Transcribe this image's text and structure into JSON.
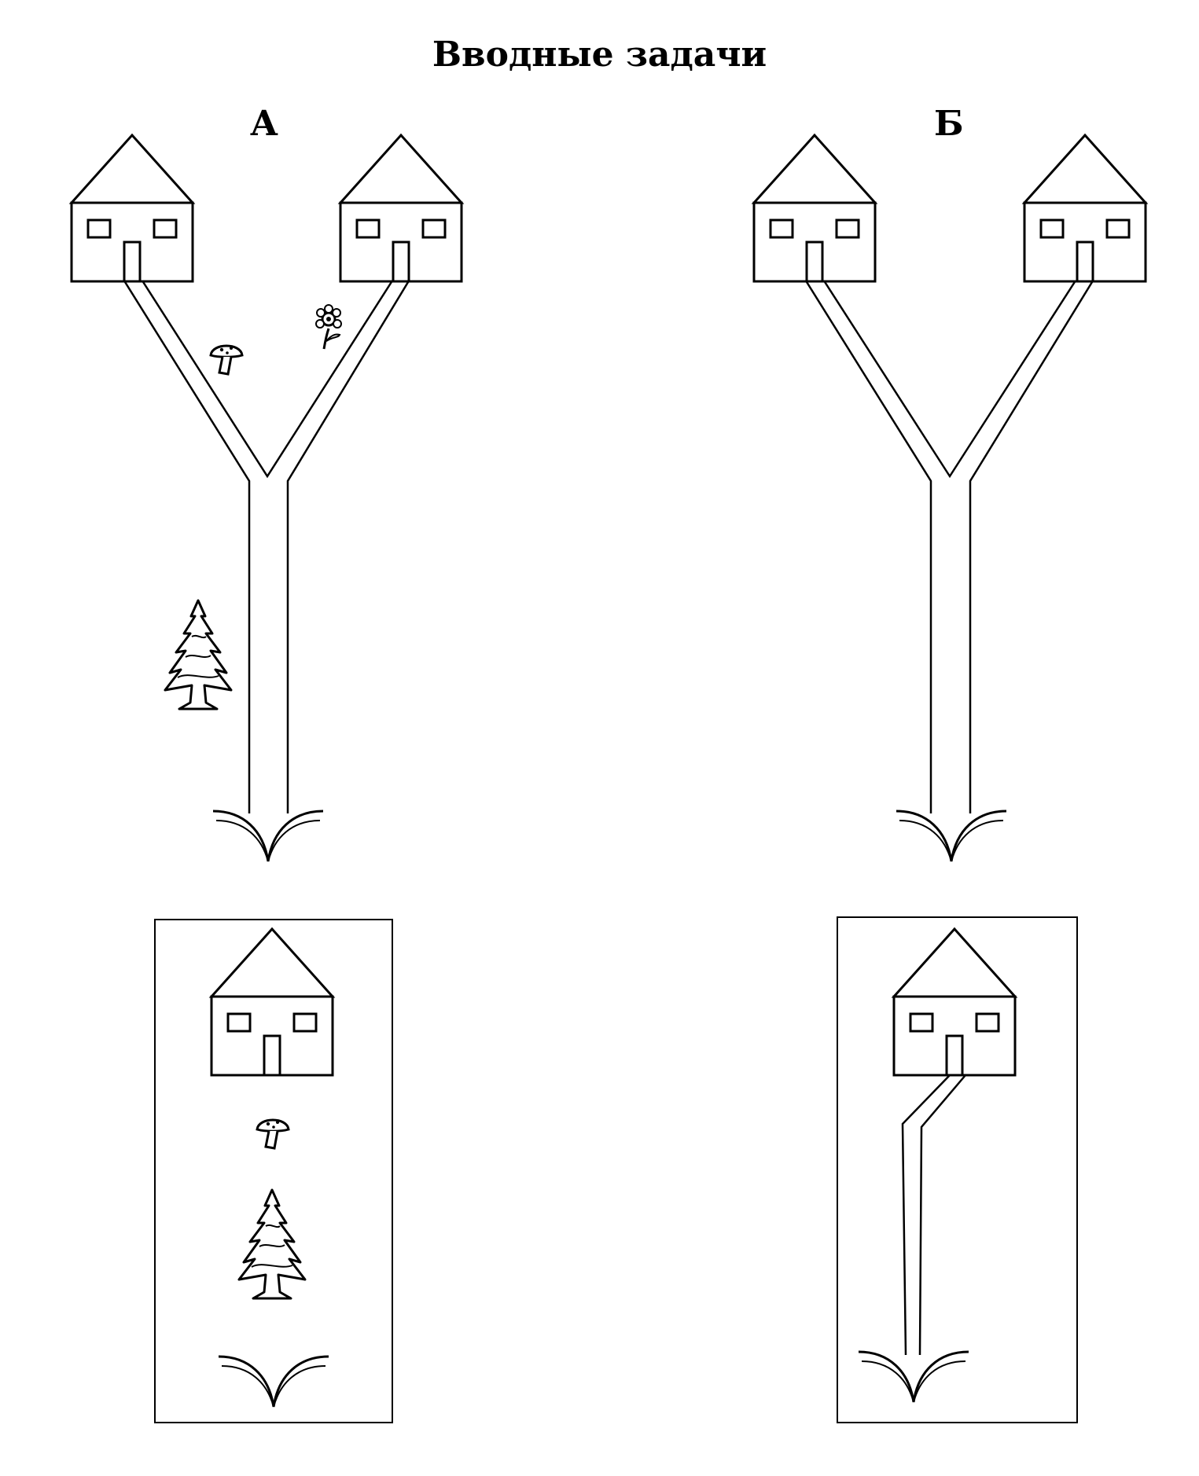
{
  "title": "Вводные задачи",
  "panels": [
    {
      "label": "А"
    },
    {
      "label": "Б"
    }
  ],
  "icons": [
    "house-icon",
    "mushroom-icon",
    "flower-icon",
    "fir-tree-icon",
    "arrow-tip-icon"
  ],
  "colors": {
    "ink": "#000000",
    "paper": "#ffffff"
  }
}
